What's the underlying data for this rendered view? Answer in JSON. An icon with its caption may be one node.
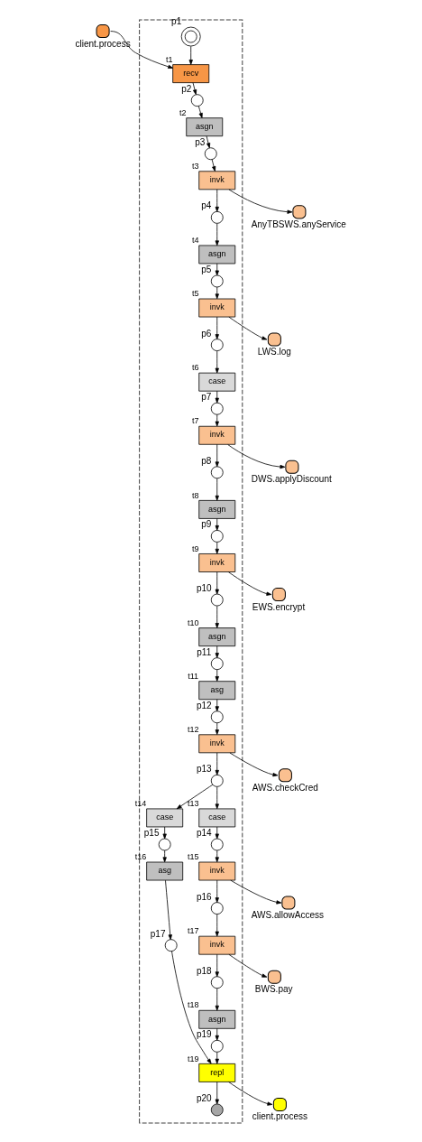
{
  "diagram": {
    "nodes": [
      {
        "text": [],
        "shape": "box"
      },
      {
        "text": [],
        "shape": "circle",
        "beside": [
          "p1"
        ],
        "in": 0
      },
      {
        "text": [],
        "shape": "circle",
        "beside": [
          "client.process"
        ]
      },
      {
        "text": [
          "recv"
        ],
        "beside": [
          "t1"
        ],
        "in": 0
      },
      {
        "text": [],
        "shape": "circle",
        "beside": [
          "p2"
        ],
        "in": 0
      },
      {
        "text": [
          "asgn"
        ],
        "beside": [
          "t2"
        ],
        "in": 0
      },
      {
        "text": [],
        "shape": "circle",
        "beside": [
          "p3"
        ],
        "in": 0
      },
      {
        "text": [
          "invk"
        ],
        "beside": [
          "t3"
        ],
        "in": 0
      },
      {
        "text": [],
        "shape": "circle",
        "beside": [
          "AnyTBSWS.anyService"
        ]
      },
      {
        "text": [],
        "shape": "circle",
        "beside": [
          "p4"
        ],
        "in": 0
      },
      {
        "text": [
          "asgn"
        ],
        "beside": [
          "t4"
        ],
        "in": 0
      },
      {
        "text": [],
        "shape": "circle",
        "beside": [
          "p5"
        ],
        "in": 0
      },
      {
        "text": [
          "invk"
        ],
        "beside": [
          "t5"
        ],
        "in": 0
      },
      {
        "text": [],
        "shape": "circle",
        "beside": [
          "LWS.log"
        ]
      },
      {
        "text": [],
        "shape": "circle",
        "beside": [
          "p6"
        ],
        "in": 0
      },
      {
        "text": [
          "case"
        ],
        "beside": [
          "t6"
        ],
        "in": 0
      },
      {
        "text": [],
        "shape": "circle",
        "beside": [
          "p7"
        ],
        "in": 0
      },
      {
        "text": [
          "invk"
        ],
        "beside": [
          "t7"
        ],
        "in": 0
      },
      {
        "text": [],
        "shape": "circle",
        "beside": [
          "DWS.applyDiscount"
        ]
      },
      {
        "text": [],
        "shape": "circle",
        "beside": [
          "p8"
        ],
        "in": 0
      },
      {
        "text": [
          "asgn"
        ],
        "beside": [
          "t8"
        ],
        "in": 0
      },
      {
        "text": [],
        "shape": "circle",
        "beside": [
          "p9"
        ],
        "in": 0
      },
      {
        "text": [
          "invk"
        ],
        "beside": [
          "t9"
        ],
        "in": 0
      },
      {
        "text": [],
        "shape": "circle",
        "beside": [
          "EWS.encrypt"
        ]
      },
      {
        "text": [],
        "shape": "circle",
        "beside": [
          "p10"
        ],
        "in": 0
      },
      {
        "text": [
          "asgn"
        ],
        "beside": [
          "t10"
        ],
        "in": 0
      },
      {
        "text": [],
        "shape": "circle",
        "beside": [
          "p11"
        ],
        "in": 0
      },
      {
        "text": [
          "asg"
        ],
        "beside": [
          "t11"
        ],
        "in": 0
      },
      {
        "text": [],
        "shape": "circle",
        "beside": [
          "p12"
        ],
        "in": 0
      },
      {
        "text": [
          "invk"
        ],
        "beside": [
          "t12"
        ],
        "in": 0
      },
      {
        "text": [],
        "shape": "circle",
        "beside": [
          "AWS.checkCred"
        ]
      },
      {
        "text": [],
        "shape": "circle",
        "beside": [
          "p13"
        ],
        "in": 0
      },
      {
        "text": [
          "case"
        ],
        "beside": [
          "t13"
        ],
        "in": 0
      },
      {
        "text": [
          "case"
        ],
        "beside": [
          "t14"
        ],
        "in": 0
      },
      {
        "text": [],
        "shape": "circle",
        "beside": [
          "p14"
        ],
        "in": 0
      },
      {
        "text": [],
        "shape": "circle",
        "beside": [
          "p15"
        ],
        "in": 0
      },
      {
        "text": [
          "invk"
        ],
        "beside": [
          "t15"
        ],
        "in": 0
      },
      {
        "text": [
          "asg"
        ],
        "beside": [
          "t16"
        ],
        "in": 0
      },
      {
        "text": [],
        "shape": "circle",
        "beside": [
          "AWS.allowAccess"
        ]
      },
      {
        "text": [],
        "shape": "circle",
        "beside": [
          "p16"
        ],
        "in": 0
      },
      {
        "text": [],
        "shape": "circle",
        "beside": [
          "p17"
        ],
        "in": 0
      },
      {
        "text": [
          "invk"
        ],
        "beside": [
          "t17"
        ],
        "in": 0
      },
      {
        "text": [],
        "shape": "circle",
        "beside": [
          "BWS.pay"
        ]
      },
      {
        "text": [],
        "shape": "circle",
        "beside": [
          "p18"
        ],
        "in": 0
      },
      {
        "text": [
          "asgn"
        ],
        "beside": [
          "t18"
        ],
        "in": 0
      },
      {
        "text": [],
        "shape": "circle",
        "beside": [
          "p19"
        ],
        "in": 0
      },
      {
        "text": [
          "repl"
        ],
        "beside": [
          "t19"
        ],
        "in": 0
      },
      {
        "text": [],
        "shape": "circle",
        "beside": [
          "p20"
        ],
        "in": 0
      },
      {
        "text": [],
        "shape": "circle",
        "beside": [
          "client.process"
        ]
      }
    ],
    "edges": [
      {
        "from": 1,
        "to": 3,
        "arrow": "to"
      },
      {
        "from": 2,
        "to": 3,
        "arrow": "to"
      },
      {
        "from": 3,
        "to": 4,
        "arrow": "to"
      },
      {
        "from": 4,
        "to": 5,
        "arrow": "to"
      },
      {
        "from": 5,
        "to": 6,
        "arrow": "to"
      },
      {
        "from": 6,
        "to": 7,
        "arrow": "to"
      },
      {
        "from": 7,
        "to": 8,
        "arrow": "to"
      },
      {
        "from": 7,
        "to": 9,
        "arrow": "to"
      },
      {
        "from": 9,
        "to": 10,
        "arrow": "to"
      },
      {
        "from": 10,
        "to": 11,
        "arrow": "to"
      },
      {
        "from": 11,
        "to": 12,
        "arrow": "to"
      },
      {
        "from": 12,
        "to": 13,
        "arrow": "to"
      },
      {
        "from": 12,
        "to": 14,
        "arrow": "to"
      },
      {
        "from": 14,
        "to": 15,
        "arrow": "to"
      },
      {
        "from": 15,
        "to": 16,
        "arrow": "to"
      },
      {
        "from": 16,
        "to": 17,
        "arrow": "to"
      },
      {
        "from": 17,
        "to": 18,
        "arrow": "to"
      },
      {
        "from": 17,
        "to": 19,
        "arrow": "to"
      },
      {
        "from": 19,
        "to": 20,
        "arrow": "to"
      },
      {
        "from": 20,
        "to": 21,
        "arrow": "to"
      },
      {
        "from": 21,
        "to": 22,
        "arrow": "to"
      },
      {
        "from": 22,
        "to": 23,
        "arrow": "to"
      },
      {
        "from": 22,
        "to": 24,
        "arrow": "to"
      },
      {
        "from": 24,
        "to": 25,
        "arrow": "to"
      },
      {
        "from": 25,
        "to": 26,
        "arrow": "to"
      },
      {
        "from": 26,
        "to": 27,
        "arrow": "to"
      },
      {
        "from": 27,
        "to": 28,
        "arrow": "to"
      },
      {
        "from": 28,
        "to": 29,
        "arrow": "to"
      },
      {
        "from": 29,
        "to": 30,
        "arrow": "to"
      },
      {
        "from": 29,
        "to": 31,
        "arrow": "to"
      },
      {
        "from": 31,
        "to": 32,
        "arrow": "to"
      },
      {
        "from": 31,
        "to": 33,
        "arrow": "to"
      },
      {
        "from": 32,
        "to": 34,
        "arrow": "to"
      },
      {
        "from": 33,
        "to": 35,
        "arrow": "to"
      },
      {
        "from": 34,
        "to": 36,
        "arrow": "to"
      },
      {
        "from": 35,
        "to": 37,
        "arrow": "to"
      },
      {
        "from": 36,
        "to": 38,
        "arrow": "to"
      },
      {
        "from": 36,
        "to": 39,
        "arrow": "to"
      },
      {
        "from": 37,
        "to": 40,
        "arrow": "to"
      },
      {
        "from": 39,
        "to": 41,
        "arrow": "to"
      },
      {
        "from": 40,
        "to": 46,
        "arrow": "to"
      },
      {
        "from": 41,
        "to": 42,
        "arrow": "to"
      },
      {
        "from": 41,
        "to": 43,
        "arrow": "to"
      },
      {
        "from": 43,
        "to": 44,
        "arrow": "to"
      },
      {
        "from": 44,
        "to": 45,
        "arrow": "to"
      },
      {
        "from": 45,
        "to": 46,
        "arrow": "to"
      },
      {
        "from": 46,
        "to": 47,
        "arrow": "to"
      },
      {
        "from": 46,
        "to": 48,
        "arrow": "to"
      }
    ]
  }
}
